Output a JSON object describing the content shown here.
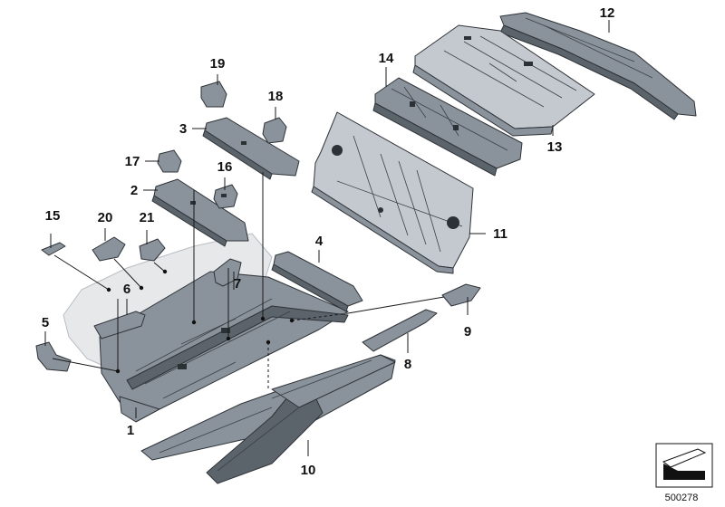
{
  "diagram": {
    "callouts": [
      {
        "n": "1",
        "label": "1"
      },
      {
        "n": "2",
        "label": "2"
      },
      {
        "n": "3",
        "label": "3"
      },
      {
        "n": "4",
        "label": "4"
      },
      {
        "n": "5",
        "label": "5"
      },
      {
        "n": "6",
        "label": "6"
      },
      {
        "n": "7",
        "label": "7"
      },
      {
        "n": "8",
        "label": "8"
      },
      {
        "n": "9",
        "label": "9"
      },
      {
        "n": "10",
        "label": "10"
      },
      {
        "n": "11",
        "label": "11"
      },
      {
        "n": "12",
        "label": "12"
      },
      {
        "n": "13",
        "label": "13"
      },
      {
        "n": "14",
        "label": "14"
      },
      {
        "n": "15",
        "label": "15"
      },
      {
        "n": "16",
        "label": "16"
      },
      {
        "n": "17",
        "label": "17"
      },
      {
        "n": "18",
        "label": "18"
      },
      {
        "n": "19",
        "label": "19"
      },
      {
        "n": "20",
        "label": "20"
      },
      {
        "n": "21",
        "label": "21"
      }
    ],
    "reference_number": "500278",
    "icons": {
      "orientation": "car-body-orientation-icon"
    }
  }
}
